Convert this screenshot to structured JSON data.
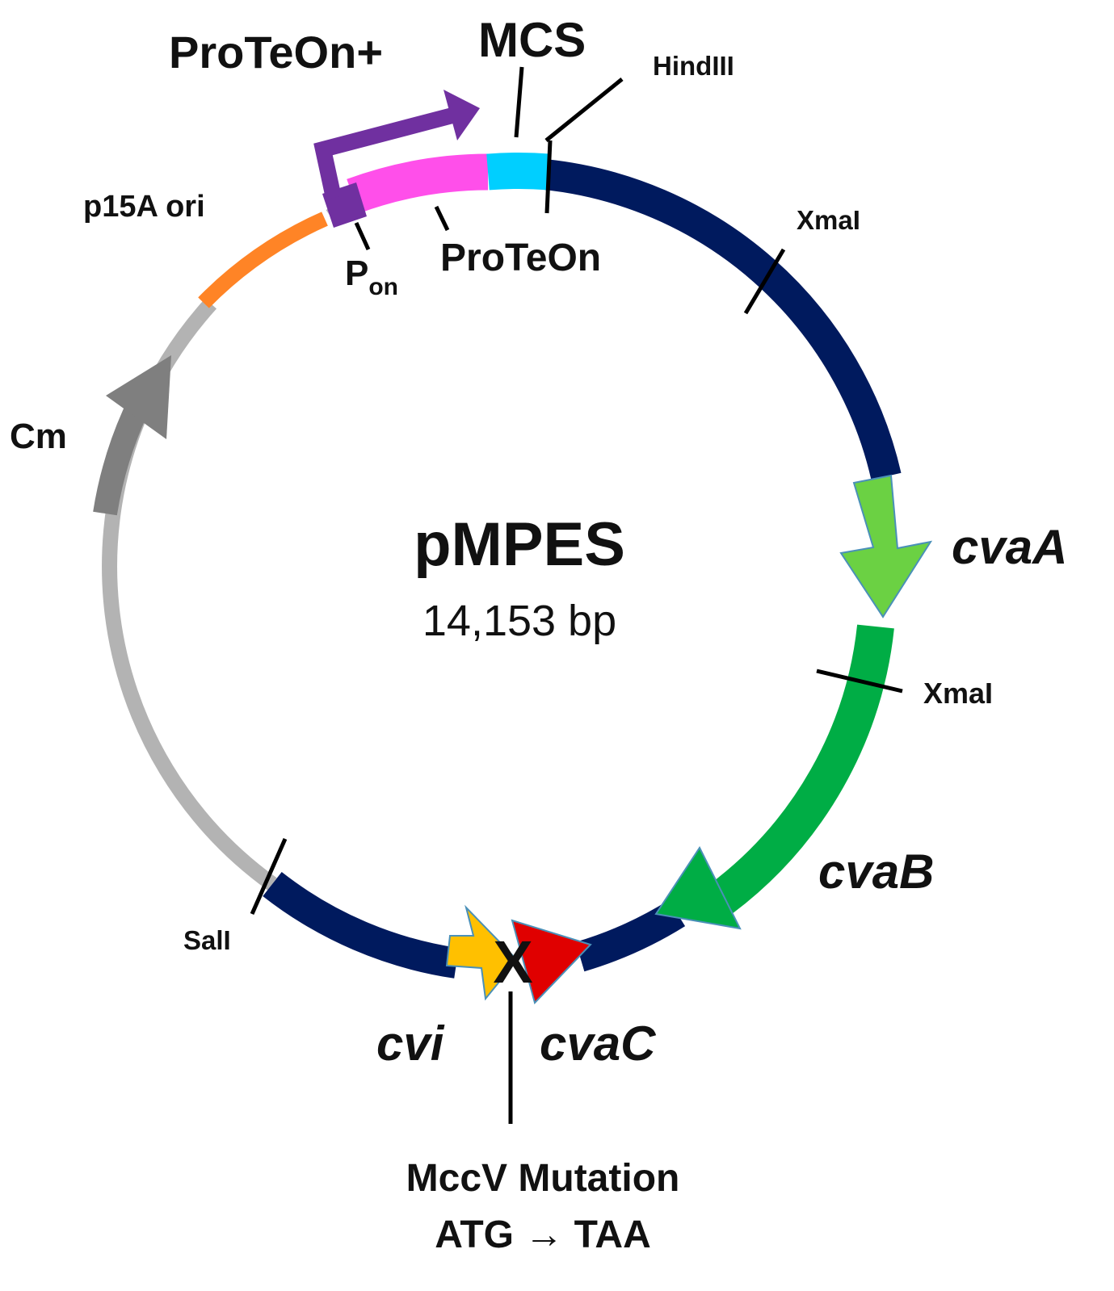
{
  "plasmid": {
    "name": "pMPES",
    "size": "14,153 bp"
  },
  "labels": {
    "proteon_plus": "ProTeOn+",
    "mcs": "MCS",
    "hindiii": "HindIII",
    "xmai_top": "XmaI",
    "xmai_mid": "XmaI",
    "sali": "SalI",
    "p15a_ori": "p15A ori",
    "cm": "Cm",
    "pon_main": "P",
    "pon_sub": "on",
    "proteon": "ProTeOn",
    "cvaA": "cvaA",
    "cvaB": "cvaB",
    "cvi": "cvi",
    "cvaC": "cvaC",
    "mutation_mark": "X",
    "mutation_line1": "MccV Mutation",
    "mutation_line2": "ATG → TAA"
  },
  "colors": {
    "backbone": "#001a5e",
    "grey_backbone": "#b3b3b3",
    "cm_gene": "#7f7f7f",
    "p15a_ori": "#ff8426",
    "pon_promoter": "#7030a0",
    "proteon": "#ff4fea",
    "mcs": "#00cfff",
    "cvaA": "#6bd143",
    "cvaB": "#00ad45",
    "cvi": "#ffc000",
    "cvaC": "#e00000"
  }
}
